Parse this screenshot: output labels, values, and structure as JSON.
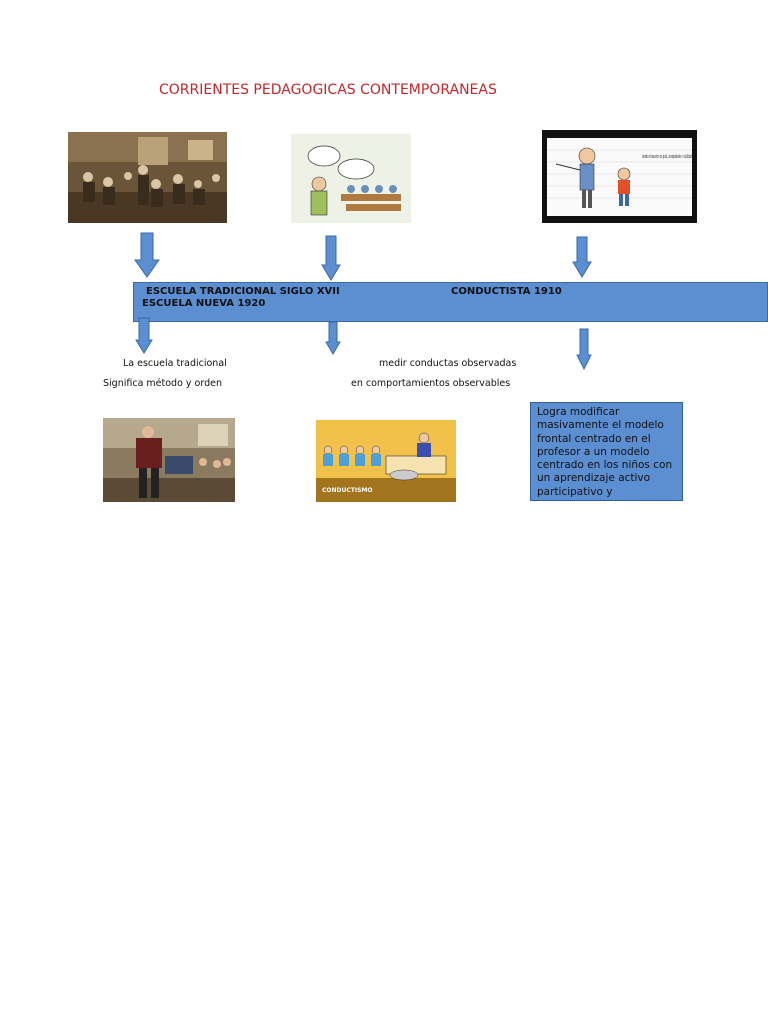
{
  "title": "CORRIENTES PEDAGOGICAS CONTEMPORANEAS",
  "banner": {
    "left_line1": "ESCUELA TRADICIONAL SIGLO XVII",
    "left_line2": "ESCUELA NUEVA  1920",
    "right_label": "CONDUCTISTA   1910"
  },
  "captions": {
    "traditional_1": "La escuela tradicional",
    "traditional_2": "Significa método y orden",
    "behaviorist_1": "medir conductas observadas",
    "behaviorist_2": "en comportamientos observables"
  },
  "note_box": "Logra modificar masivamente el modelo frontal centrado en el profesor a un modelo centrado en los niños con un aprendizaje activo participativo y",
  "image_texts": {
    "guide_text": "siendo el maestro un guía, acompañante o facilitador",
    "conductismo_label": "CONDUCTISMO"
  },
  "colors": {
    "title": "#c0282d",
    "banner": "#5b8fd1",
    "arrow": "#5b8fd1"
  }
}
